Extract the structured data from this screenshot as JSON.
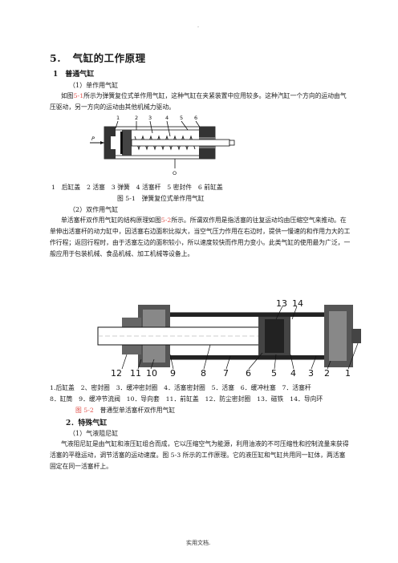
{
  "header_mark": "-",
  "section": {
    "number": "5.",
    "title": "气缸的工作原理"
  },
  "s1": {
    "heading": "1　普通气缸",
    "sub1": "（1）单作用气缸",
    "para1_pre": "如图",
    "para1_ref": "5-1",
    "para1_post": "所示为弹簧复位式单作用气缸，这种气缸在夹紧装置中应用较多。这种汽缸一个方向的运动由气压驱动，另一方向的运动由其他机械力驱动。",
    "fig1_labels": [
      "1",
      "2",
      "3",
      "4",
      "5",
      "6"
    ],
    "fig1_p": "P",
    "fig1_o": "O",
    "fig1_parts": "1　后缸盖　2 活塞　3 弹簧　4 活塞杆　5 密封件　6 前缸盖",
    "fig1_caption": "图 5-1　弹簧复位式单作用气缸",
    "sub2": "（2）双作用气缸",
    "para2_pre": "单活塞杆双作用气缸的结构原理如图",
    "para2_ref": "5-2",
    "para2_post": "所示。所谓双作用是指活塞的往复运动均由压缩空气来推动。在单伸出活塞杆的动力缸中，因活塞右边面积比拟大，当空气压力作用在右边时，提供一慢速的和作用力大的工作行程；返回行程时，由于活塞左边的面积较小，所以速度较快而作用力变小。此类气缸的使用最为广泛，一般应用于包装机械、食品机械、加工机械等设备上。",
    "fig2_top_labels": [
      "13",
      "14"
    ],
    "fig2_bottom_labels": [
      "12",
      "11",
      "10",
      "9",
      "8",
      "7",
      "6",
      "5",
      "4",
      "3",
      "2",
      "1"
    ],
    "fig2_parts_line1": "1.后缸盖　2、密封圈　3．缓冲密封圈　4．活塞密封圈　5．活塞　6．缓冲柱塞　7．活塞杆",
    "fig2_parts_line2": "8．缸筒　9．缓冲节流阀　10．导向套　11．前缸盖　12．防尘密封圈　13．磁铁　14．导向环",
    "fig2_caption_ref": "图 5-2",
    "fig2_caption": "　普通型单活塞杆双作用气缸"
  },
  "s2": {
    "heading": "2．特殊气缸",
    "sub1": "（1）气液阻尼缸",
    "para1": "气液阻尼缸是由气缸和液压缸组合而成，它以压缩空气为能源，利用油液的不可压缩性和控制流量来获得活塞的平稳运动，调节活塞的运动速度。图 5-3 所示的工作原理。它的液压缸和气缸共用同一缸体，两活塞固定在同一活塞杆上。"
  },
  "footer": "实用文档."
}
